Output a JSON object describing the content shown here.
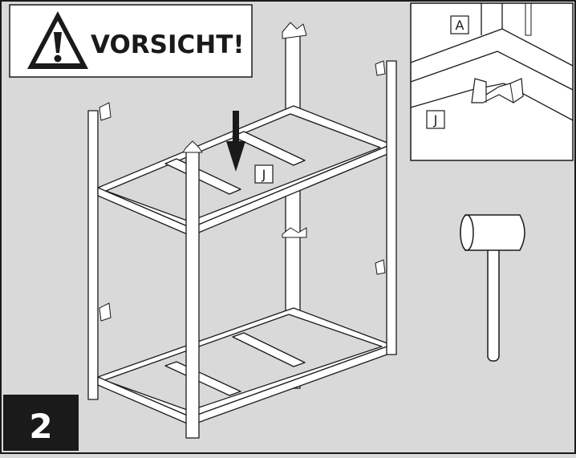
{
  "warning": {
    "text": "VORSICHT!"
  },
  "step": {
    "number": "2"
  },
  "labels": {
    "inset_a": "A",
    "inset_j": "J",
    "main_j": "J"
  },
  "icons": {
    "warning": "warning-triangle-icon",
    "tool": "rubber-mallet-icon"
  },
  "colors": {
    "background": "#d9d9d9",
    "panel": "#ffffff",
    "ink": "#1a1a1a",
    "step_badge": "#1a1a1a"
  }
}
